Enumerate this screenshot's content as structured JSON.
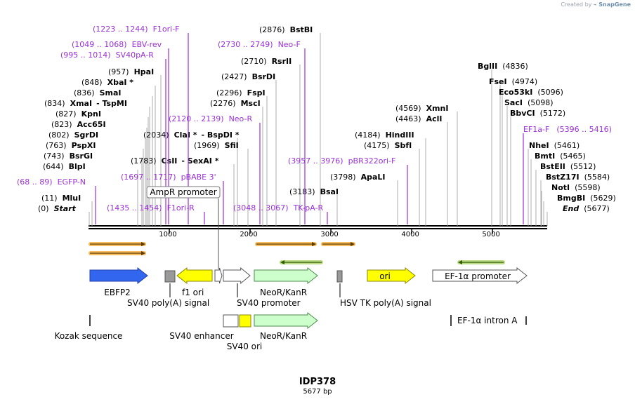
{
  "app": {
    "credit_prefix": "Created by",
    "credit_brand": "SnapGene"
  },
  "plasmid": {
    "name": "IDP378",
    "size_label": "5677 bp",
    "length": 5677
  },
  "colors": {
    "enzyme_text": "#000000",
    "primer_text": "#9b30d8",
    "primer_line": "#9b30d8",
    "backbone": "#000000",
    "orf_highlight": "#f5b041"
  },
  "axis_ticks": [
    "1000",
    "2000",
    "3000",
    "4000",
    "5000"
  ],
  "sites": [
    {
      "pos": "(0)",
      "name": "Start",
      "italic": true
    },
    {
      "pos": "(11)",
      "name": "MluI"
    },
    {
      "pos": "(644)",
      "name": "BlpI"
    },
    {
      "pos": "(743)",
      "name": "BsrGI"
    },
    {
      "pos": "(763)",
      "name": "PspXI"
    },
    {
      "pos": "(802)",
      "name": "SgrDI"
    },
    {
      "pos": "(823)",
      "name": "Acc65I"
    },
    {
      "pos": "(827)",
      "name": "KpnI"
    },
    {
      "pos": "(834)",
      "name": "XmaI",
      "extra": "-  TspMI"
    },
    {
      "pos": "(836)",
      "name": "SmaI"
    },
    {
      "pos": "(848)",
      "name": "XbaI *"
    },
    {
      "pos": "(957)",
      "name": "HpaI"
    },
    {
      "pos": "(1783)",
      "name": "CsII",
      "extra": "-  SexAI *"
    },
    {
      "pos": "(2034)",
      "name": "ClaI *",
      "extra": "-  BspDI *"
    },
    {
      "pos": "(1969)",
      "name": "SfiI"
    },
    {
      "pos": "(2276)",
      "name": "MscI"
    },
    {
      "pos": "(2296)",
      "name": "FspI"
    },
    {
      "pos": "(2427)",
      "name": "BsrDI"
    },
    {
      "pos": "(2710)",
      "name": "RsrII"
    },
    {
      "pos": "(2876)",
      "name": "BstBI"
    },
    {
      "pos": "(3183)",
      "name": "BsaI"
    },
    {
      "pos": "(3798)",
      "name": "ApaLI"
    },
    {
      "pos": "(4175)",
      "name": "SbfI"
    },
    {
      "pos": "(4184)",
      "name": "HindIII"
    },
    {
      "pos": "(4463)",
      "name": "AclI"
    },
    {
      "pos": "(4569)",
      "name": "XmnI"
    },
    {
      "name": "BglII",
      "pos": "(4836)"
    },
    {
      "name": "FseI",
      "pos": "(4974)"
    },
    {
      "name": "Eco53kI",
      "pos": "(5096)"
    },
    {
      "name": "SacI",
      "pos": "(5098)"
    },
    {
      "name": "BbvCI",
      "pos": "(5172)"
    },
    {
      "name": "NheI",
      "pos": "(5461)"
    },
    {
      "name": "BmtI",
      "pos": "(5465)"
    },
    {
      "name": "BstEII",
      "pos": "(5512)"
    },
    {
      "name": "BstZ17I",
      "pos": "(5584)"
    },
    {
      "name": "NotI",
      "pos": "(5598)"
    },
    {
      "name": "BmgBI",
      "pos": "(5629)"
    },
    {
      "name": "End",
      "pos": "(5677)",
      "italic": true
    }
  ],
  "primers": [
    {
      "range": "(68 .. 89)",
      "name": "EGFP-N"
    },
    {
      "range": "(995 .. 1014)",
      "name": "SV40pA-R"
    },
    {
      "range": "(1049 .. 1068)",
      "name": "EBV-rev"
    },
    {
      "range": "(1223 .. 1244)",
      "name": "F1ori-F"
    },
    {
      "range": "(1435 .. 1454)",
      "name": "F1ori-R"
    },
    {
      "range": "(1697 .. 1717)",
      "name": "pBABE 3'"
    },
    {
      "range": "(2120 .. 2139)",
      "name": "Neo-R"
    },
    {
      "range": "(2730 .. 2749)",
      "name": "Neo-F"
    },
    {
      "range": "(3048 .. 3067)",
      "name": "TK-pA-R"
    },
    {
      "range": "(3957 .. 3976)",
      "name": "pBR322ori-F"
    },
    {
      "name": "EF1a-F",
      "range": "(5396 .. 5416)"
    }
  ],
  "features": {
    "ampr_promoter": "AmpR promoter",
    "ebfp2": "EBFP2",
    "sv40_polya": "SV40 poly(A) signal",
    "f1_ori": "f1 ori",
    "neo_kan_1": "NeoR/KanR",
    "sv40_promoter": "SV40 promoter",
    "hsv_tk": "HSV TK poly(A) signal",
    "ori": "ori",
    "ef1a_promoter": "EF-1α promoter",
    "kozak": "Kozak sequence",
    "sv40_enhancer": "SV40 enhancer",
    "neo_kan_2": "NeoR/KanR",
    "sv40_ori": "SV40 ori",
    "ef1a_intron": "EF-1α intron A"
  }
}
